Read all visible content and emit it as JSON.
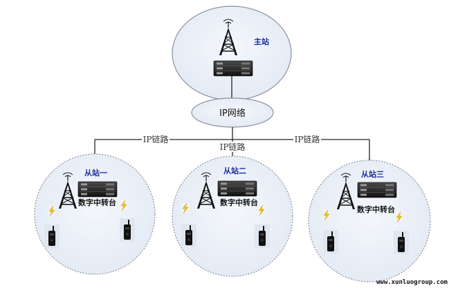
{
  "main_station": {
    "label": "主站",
    "icons": [
      "tower-icon",
      "repeater-icon"
    ]
  },
  "ip_network": {
    "label": "IP网络"
  },
  "links": [
    {
      "label": "IP链路"
    },
    {
      "label": "IP链路"
    },
    {
      "label": "IP链路"
    }
  ],
  "substations": [
    {
      "label": "从站一",
      "repeater_label": "数字中转台"
    },
    {
      "label": "从站二",
      "repeater_label": "数字中转台"
    },
    {
      "label": "从站三",
      "repeater_label": "数字中转台"
    }
  ],
  "watermark": "www.xunluogroup.com",
  "colors": {
    "station_fill": "#e7eef7",
    "station_stroke": "#8a8f99",
    "label_blue": "#1b2f9a",
    "line": "#222222"
  }
}
